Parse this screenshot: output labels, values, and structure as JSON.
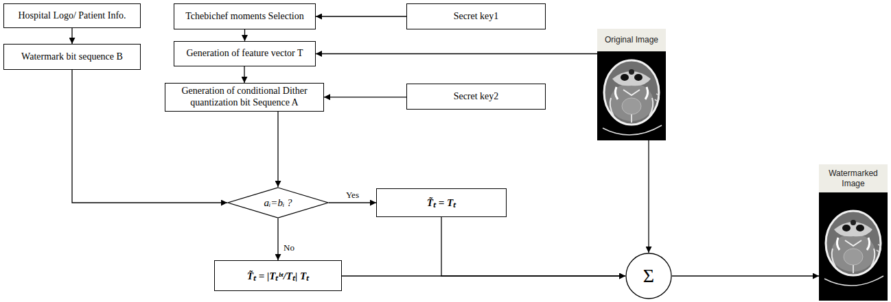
{
  "diagram": {
    "nodes": [
      {
        "text": [
          "Hospital Logo/ Patient Info."
        ]
      },
      {
        "text": [
          "Watermark bit sequence B"
        ]
      },
      {
        "text": [
          "Tchebichef moments Selection"
        ]
      },
      {
        "text": [
          "Secret key1"
        ]
      },
      {
        "text": [
          "Generation of feature vector T"
        ]
      },
      {
        "text": [
          "Original Image"
        ]
      },
      {
        "text": [
          "Generation of conditional Dither quantization bit Sequence A"
        ]
      },
      {
        "text": [
          "Secret key2"
        ]
      },
      {
        "text": [
          "aᵢ=bᵢ ?"
        ]
      },
      {
        "text": [
          "T̃ₜ = Tₜ"
        ]
      },
      {
        "text": [
          "T̃ₜ = |Tₜᵇᵗ/Tₜ| Tₜ"
        ]
      },
      {
        "text": [
          "Σ"
        ]
      },
      {
        "text": [
          "Watermarked Image"
        ]
      }
    ],
    "edges": [
      {
        "from": 0,
        "to": 1,
        "arrow": "to"
      },
      {
        "from": 3,
        "to": 2,
        "arrow": "to"
      },
      {
        "from": 2,
        "to": 4,
        "arrow": "to"
      },
      {
        "from": 5,
        "to": 4,
        "arrow": "to"
      },
      {
        "from": 4,
        "to": 6,
        "arrow": "to"
      },
      {
        "from": 7,
        "to": 6,
        "arrow": "to"
      },
      {
        "from": 6,
        "to": 8,
        "arrow": "to"
      },
      {
        "from": 1,
        "to": 8,
        "arrow": "to"
      },
      {
        "from": 8,
        "to": 9,
        "arrow": "to",
        "label": "Yes"
      },
      {
        "from": 8,
        "to": 10,
        "arrow": "to",
        "label": "No"
      },
      {
        "from": 9,
        "to": 11,
        "arrow": "to"
      },
      {
        "from": 10,
        "to": 11,
        "arrow": "to"
      },
      {
        "from": 5,
        "to": 11,
        "arrow": "to"
      },
      {
        "from": 11,
        "to": 12,
        "arrow": "to"
      }
    ]
  }
}
